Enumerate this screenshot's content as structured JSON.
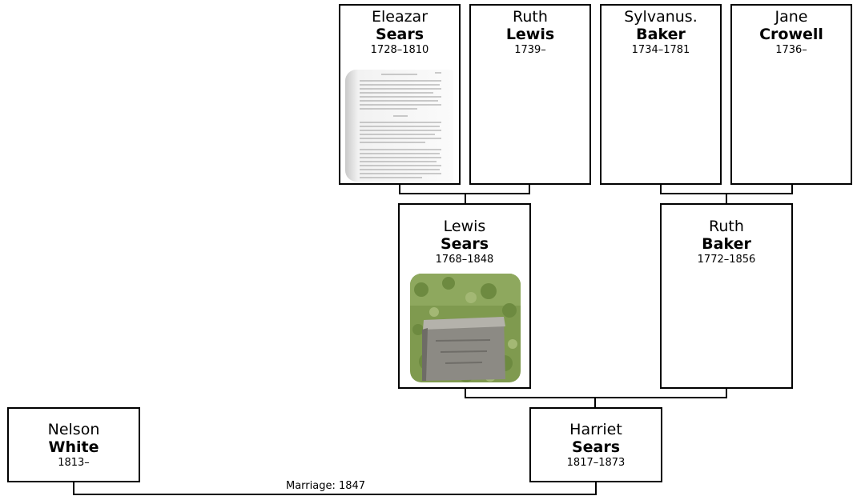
{
  "people": {
    "eleazar_sears": {
      "given": "Eleazar",
      "surname": "Sears",
      "dates": "1728–1810"
    },
    "ruth_lewis": {
      "given": "Ruth",
      "surname": "Lewis",
      "dates": "1739–"
    },
    "sylvanus_baker": {
      "given": "Sylvanus.",
      "surname": "Baker",
      "dates": "1734–1781"
    },
    "jane_crowell": {
      "given": "Jane",
      "surname": "Crowell",
      "dates": "1736–"
    },
    "lewis_sears": {
      "given": "Lewis",
      "surname": "Sears",
      "dates": "1768–1848"
    },
    "ruth_baker": {
      "given": "Ruth",
      "surname": "Baker",
      "dates": "1772–1856"
    },
    "harriet_sears": {
      "given": "Harriet",
      "surname": "Sears",
      "dates": "1817–1873"
    },
    "nelson_white": {
      "given": "Nelson",
      "surname": "White",
      "dates": "1813–"
    }
  },
  "marriage": {
    "label": "Marriage: 1847"
  }
}
